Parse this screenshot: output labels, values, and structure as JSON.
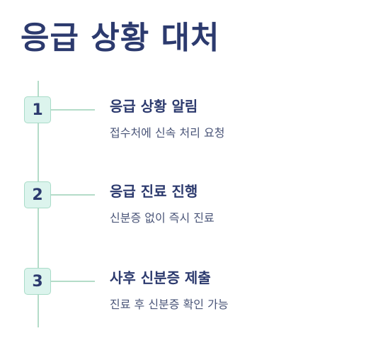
{
  "title": "응급 상황 대처",
  "steps": [
    {
      "number": "1",
      "title": "응급 상황 알림",
      "description": "접수처에 신속 처리 요청"
    },
    {
      "number": "2",
      "title": "응급 진료 진행",
      "description": "신분증 없이 즉시 진료"
    },
    {
      "number": "3",
      "title": "사후 신분증 제출",
      "description": "진료 후 신분증 확인 가능"
    }
  ],
  "colors": {
    "title": "#2c3a6e",
    "text": "#4a5578",
    "line": "#b4dcc8",
    "badge_bg": "#dcf4ed",
    "badge_border": "#a9dcc8"
  }
}
